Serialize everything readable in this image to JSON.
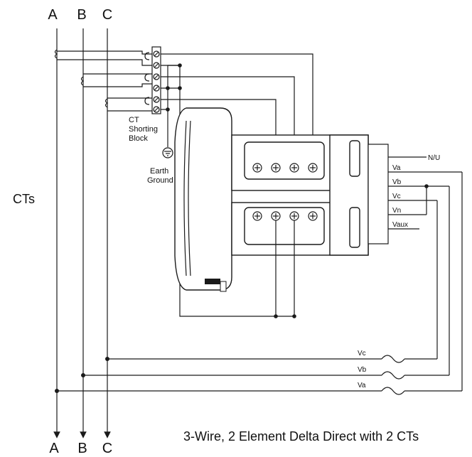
{
  "labels": {
    "phases_top": [
      "A",
      "B",
      "C"
    ],
    "phases_bottom": [
      "A",
      "B",
      "C"
    ],
    "cts": "CTs",
    "ct_shorting_block": [
      "CT",
      "Shorting",
      "Block"
    ],
    "earth_ground": [
      "Earth",
      "Ground"
    ],
    "terminal_labels": [
      "N/U",
      "Va",
      "Vb",
      "Vc",
      "Vn",
      "Vaux"
    ],
    "fuse_labels": [
      "Vc",
      "Vb",
      "Va"
    ],
    "title": "3-Wire, 2 Element Delta Direct with 2 CTs"
  },
  "icons": {
    "ct_coil": "ct-coil-icon",
    "ground": "earth-ground-icon",
    "fuse": "fuse-icon",
    "screw": "screw-terminal-icon"
  },
  "colors": {
    "line": "#1a1a1a",
    "meter_body": "#ffffff",
    "background": "#ffffff"
  }
}
